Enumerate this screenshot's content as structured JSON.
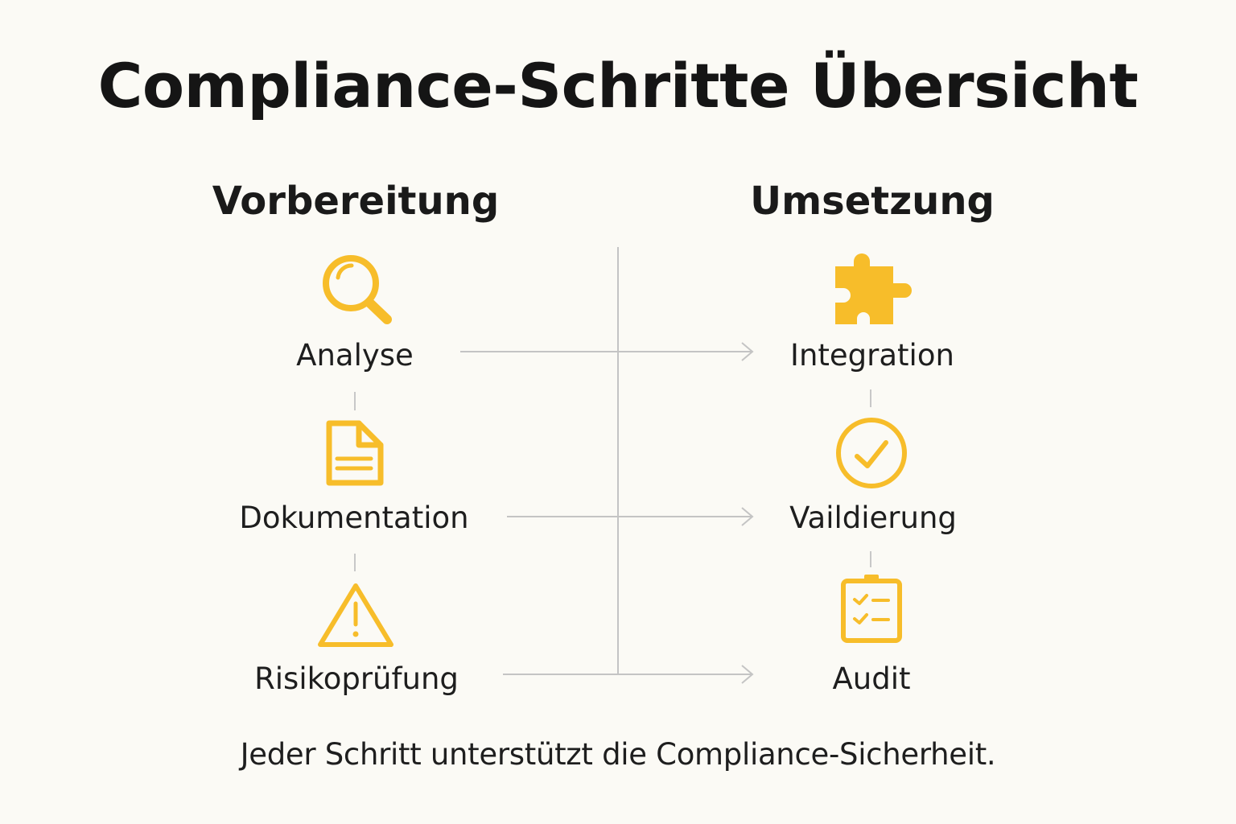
{
  "title": "Compliance-Schritte Übersicht",
  "colors": {
    "accent": "#F7BD2A",
    "line": "#C4C4C4",
    "background": "#FBFAF5",
    "text": "#1a1a1a"
  },
  "columns": {
    "left": {
      "heading": "Vorbereitung",
      "steps": [
        {
          "label": "Analyse",
          "icon": "magnifier-icon"
        },
        {
          "label": "Dokumentation",
          "icon": "document-icon"
        },
        {
          "label": "Risikoprüfung",
          "icon": "warning-icon"
        }
      ]
    },
    "right": {
      "heading": "Umsetzung",
      "steps": [
        {
          "label": "Integration",
          "icon": "puzzle-icon"
        },
        {
          "label": "Vaildierung",
          "icon": "check-circle-icon"
        },
        {
          "label": "Audit",
          "icon": "clipboard-checklist-icon"
        }
      ]
    }
  },
  "footer": "Jeder Schritt unterstützt die Compliance-Sicherheit."
}
